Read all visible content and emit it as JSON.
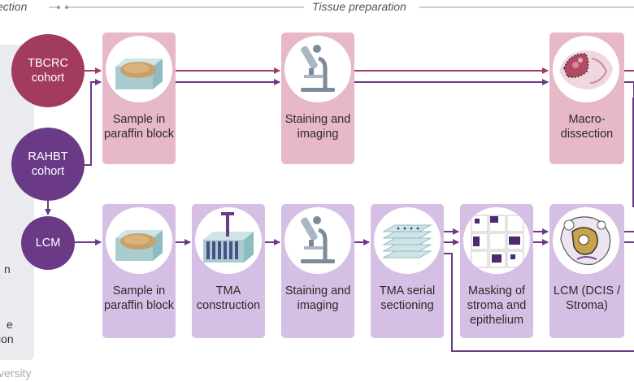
{
  "headers": {
    "left_fragment": "ection",
    "tissue_preparation": "Tissue preparation"
  },
  "left_panel": {
    "fragment_1": "n",
    "fragment_2": "e",
    "fragment_3": "ion",
    "fragment_bottom": "versity"
  },
  "cohorts": {
    "tbcrc": "TBCRC cohort",
    "rahbt": "RAHBT cohort",
    "lcm": "LCM"
  },
  "steps_top": [
    {
      "label": "Sample in paraffin block",
      "icon": "paraffin-block-icon"
    },
    {
      "label": "Staining and imaging",
      "icon": "microscope-icon"
    },
    {
      "label": "Macro-dissection",
      "icon": "tissue-slide-icon"
    }
  ],
  "steps_bottom": [
    {
      "label": "Sample in paraffin block",
      "icon": "paraffin-block-icon"
    },
    {
      "label": "TMA construction",
      "icon": "tma-block-icon"
    },
    {
      "label": "Staining and imaging",
      "icon": "microscope-icon"
    },
    {
      "label": "TMA serial sectioning",
      "icon": "serial-sections-icon"
    },
    {
      "label": "Masking of stroma and epithelium",
      "icon": "mask-grid-icon"
    },
    {
      "label": "LCM (DCIS / Stroma)",
      "icon": "lcm-tissue-icon"
    }
  ],
  "colors": {
    "tbcrc": "#a33b5c",
    "rahbt": "#6b3a86",
    "pink_box": "#e7b8c6",
    "lavender_box": "#d6bfe4",
    "teal_arrow": "#6fa3a8",
    "left_panel": "#e9ebee"
  }
}
